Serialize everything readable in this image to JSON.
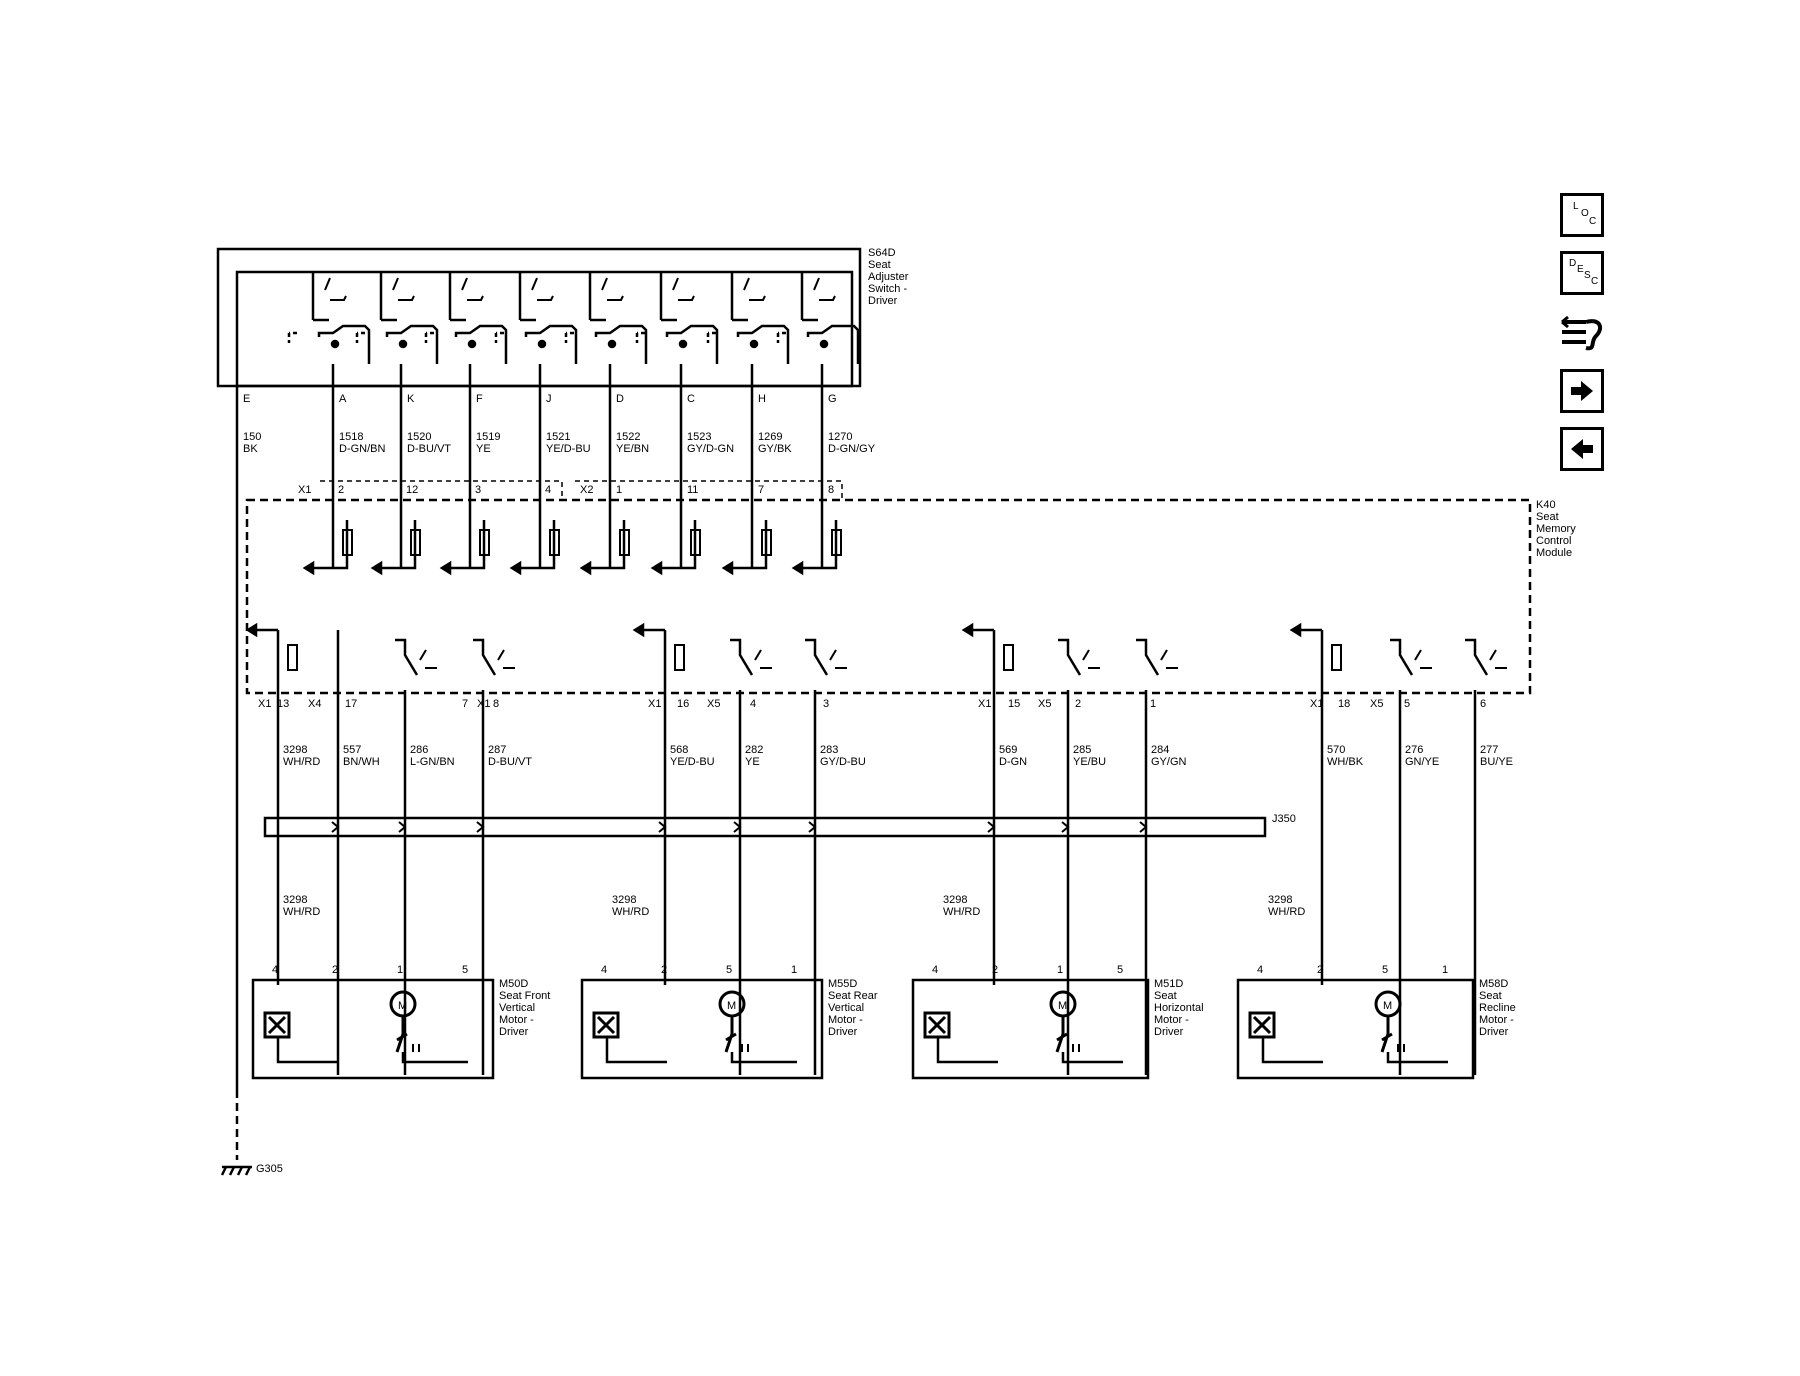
{
  "switch": {
    "ref": "S64D",
    "name_lines": [
      "Seat",
      "Adjuster",
      "Switch -",
      "Driver"
    ],
    "pins": [
      {
        "pin": "E",
        "circuit": "150",
        "color": "BK"
      },
      {
        "pin": "A",
        "circuit": "1518",
        "color": "D-GN/BN"
      },
      {
        "pin": "K",
        "circuit": "1520",
        "color": "D-BU/VT"
      },
      {
        "pin": "F",
        "circuit": "1519",
        "color": "YE"
      },
      {
        "pin": "J",
        "circuit": "1521",
        "color": "YE/D-BU"
      },
      {
        "pin": "D",
        "circuit": "1522",
        "color": "YE/BN"
      },
      {
        "pin": "C",
        "circuit": "1523",
        "color": "GY/D-GN"
      },
      {
        "pin": "H",
        "circuit": "1269",
        "color": "GY/BK"
      },
      {
        "pin": "G",
        "circuit": "1270",
        "color": "D-GN/GY"
      }
    ]
  },
  "module": {
    "ref": "K40",
    "name_lines": [
      "Seat",
      "Memory",
      "Control",
      "Module"
    ],
    "top_connectors": [
      {
        "conn": "X1",
        "pins": [
          "2",
          "12",
          "3",
          "4"
        ]
      },
      {
        "conn": "X2",
        "pins": [
          "1",
          "11",
          "7",
          "8"
        ]
      }
    ],
    "bottom_groups": [
      {
        "labels": [
          "X1",
          "13",
          "X4",
          "17",
          "7",
          "X1",
          "8"
        ]
      },
      {
        "labels": [
          "X1",
          "16",
          "X5",
          "4",
          "3"
        ]
      },
      {
        "labels": [
          "X1",
          "15",
          "X5",
          "2",
          "1"
        ]
      },
      {
        "labels": [
          "X1",
          "18",
          "X5",
          "5",
          "6"
        ]
      }
    ]
  },
  "bottom_circuits": [
    {
      "circuit": "3298",
      "color": "WH/RD"
    },
    {
      "circuit": "557",
      "color": "BN/WH"
    },
    {
      "circuit": "286",
      "color": "L-GN/BN"
    },
    {
      "circuit": "287",
      "color": "D-BU/VT"
    },
    {
      "circuit": "568",
      "color": "YE/D-BU"
    },
    {
      "circuit": "282",
      "color": "YE"
    },
    {
      "circuit": "283",
      "color": "GY/D-BU"
    },
    {
      "circuit": "569",
      "color": "D-GN"
    },
    {
      "circuit": "285",
      "color": "YE/BU"
    },
    {
      "circuit": "284",
      "color": "GY/GN"
    },
    {
      "circuit": "570",
      "color": "WH/BK"
    },
    {
      "circuit": "276",
      "color": "GN/YE"
    },
    {
      "circuit": "277",
      "color": "BU/YE"
    }
  ],
  "splice": {
    "ref": "J350"
  },
  "motor_feed": [
    {
      "circuit": "3298",
      "color": "WH/RD"
    },
    {
      "circuit": "3298",
      "color": "WH/RD"
    },
    {
      "circuit": "3298",
      "color": "WH/RD"
    },
    {
      "circuit": "3298",
      "color": "WH/RD"
    }
  ],
  "motors": [
    {
      "ref": "M50D",
      "name_lines": [
        "Seat Front",
        "Vertical",
        "Motor -",
        "Driver"
      ],
      "pins": [
        "4",
        "2",
        "1",
        "5"
      ]
    },
    {
      "ref": "M55D",
      "name_lines": [
        "Seat Rear",
        "Vertical",
        "Motor -",
        "Driver"
      ],
      "pins": [
        "4",
        "2",
        "5",
        "1"
      ]
    },
    {
      "ref": "M51D",
      "name_lines": [
        "Seat",
        "Horizontal",
        "Motor -",
        "Driver"
      ],
      "pins": [
        "4",
        "2",
        "1",
        "5"
      ]
    },
    {
      "ref": "M58D",
      "name_lines": [
        "Seat",
        "Recline",
        "Motor -",
        "Driver"
      ],
      "pins": [
        "4",
        "2",
        "5",
        "1"
      ]
    }
  ],
  "motor_symbol": "M",
  "ground": {
    "ref": "G305"
  },
  "nav": {
    "loc": [
      "L",
      "O",
      "C"
    ],
    "desc": [
      "D",
      "E",
      "S",
      "C"
    ],
    "icons": [
      "wiring-harness-icon",
      "arrow-right-icon",
      "arrow-left-icon"
    ]
  }
}
